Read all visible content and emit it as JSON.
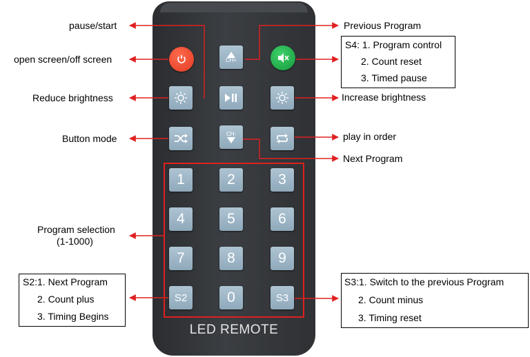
{
  "remote": {
    "brand_text": "LED REMOTE",
    "buttons": {
      "power": "power-icon",
      "ch_plus": "CH+",
      "mute": "mute-icon",
      "brightness_down": "sun-icon",
      "play_pause": "play-pause-icon",
      "brightness_up": "sun-icon",
      "shuffle": "shuffle-icon",
      "ch_minus": "CH-",
      "repeat": "repeat-icon",
      "num1": "1",
      "num2": "2",
      "num3": "3",
      "num4": "4",
      "num5": "5",
      "num6": "6",
      "num7": "7",
      "num8": "8",
      "num9": "9",
      "s2": "S2",
      "num0": "0",
      "s3": "S3"
    }
  },
  "labels": {
    "pause_start": "pause/start",
    "open_screen": "open screen/off screen",
    "reduce_brightness": "Reduce brightness",
    "button_mode": "Button mode",
    "program_selection_1": "Program selection",
    "program_selection_2": "(1-1000)",
    "previous_program": "Previous Program",
    "increase_brightness": "Increase brightness",
    "play_in_order": "play in order",
    "next_program": "Next Program"
  },
  "s4_box": {
    "line1": "S4: 1. Program control",
    "line2": "2. Count reset",
    "line3": "3. Timed pause"
  },
  "s2_box": {
    "line1": "S2:1.  Next Program",
    "line2": "2.  Count plus",
    "line3": "3.  Timing Begins"
  },
  "s3_box": {
    "line1": "S3:1.  Switch to the previous Program",
    "line2": "2.  Count minus",
    "line3": "3.  Timing reset"
  },
  "colors": {
    "arrow": "#e02020",
    "power": "#e8472c",
    "mute": "#22b24c",
    "key": "#9fb8c9"
  }
}
